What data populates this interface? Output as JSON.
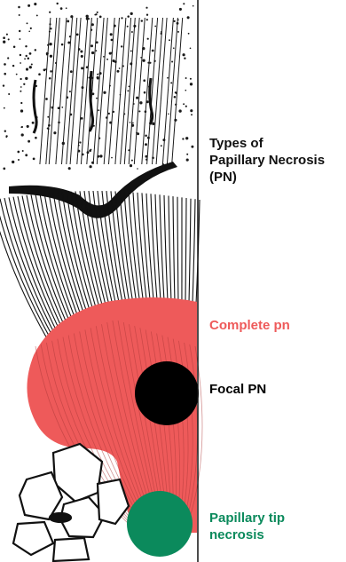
{
  "title": {
    "line1": "Types of",
    "line2": "Papillary Necrosis",
    "line3": "(PN)"
  },
  "labels": {
    "complete": "Complete pn",
    "focal": "Focal PN",
    "tip_line1": "Papillary tip",
    "tip_line2": "necrosis"
  },
  "colors": {
    "complete": "#ee5a5a",
    "focal": "#000000",
    "tip": "#0b8a5c",
    "ink": "#111111"
  }
}
